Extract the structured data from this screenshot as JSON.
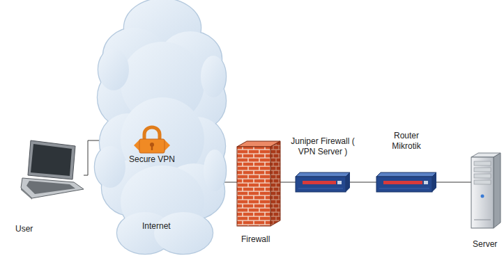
{
  "diagram": {
    "nodes": [
      {
        "text": [
          "User"
        ]
      },
      {
        "text": [
          "Internet"
        ]
      },
      {
        "text": [
          "Secure VPN"
        ],
        "in": 1
      },
      {
        "text": [
          "Firewall"
        ]
      },
      {
        "text": [
          "Juniper Firewall ( VPN Server )"
        ]
      },
      {
        "text": [
          "Router Mikrotik"
        ]
      },
      {
        "text": [
          "Server"
        ]
      }
    ],
    "edges": [
      {
        "from": 0,
        "to": 2,
        "arrow": "none"
      },
      {
        "from": 2,
        "to": 3,
        "arrow": "none"
      },
      {
        "from": 3,
        "to": 4,
        "arrow": "none"
      },
      {
        "from": 4,
        "to": 5,
        "arrow": "none"
      },
      {
        "from": 5,
        "to": 6,
        "arrow": "none"
      }
    ]
  }
}
